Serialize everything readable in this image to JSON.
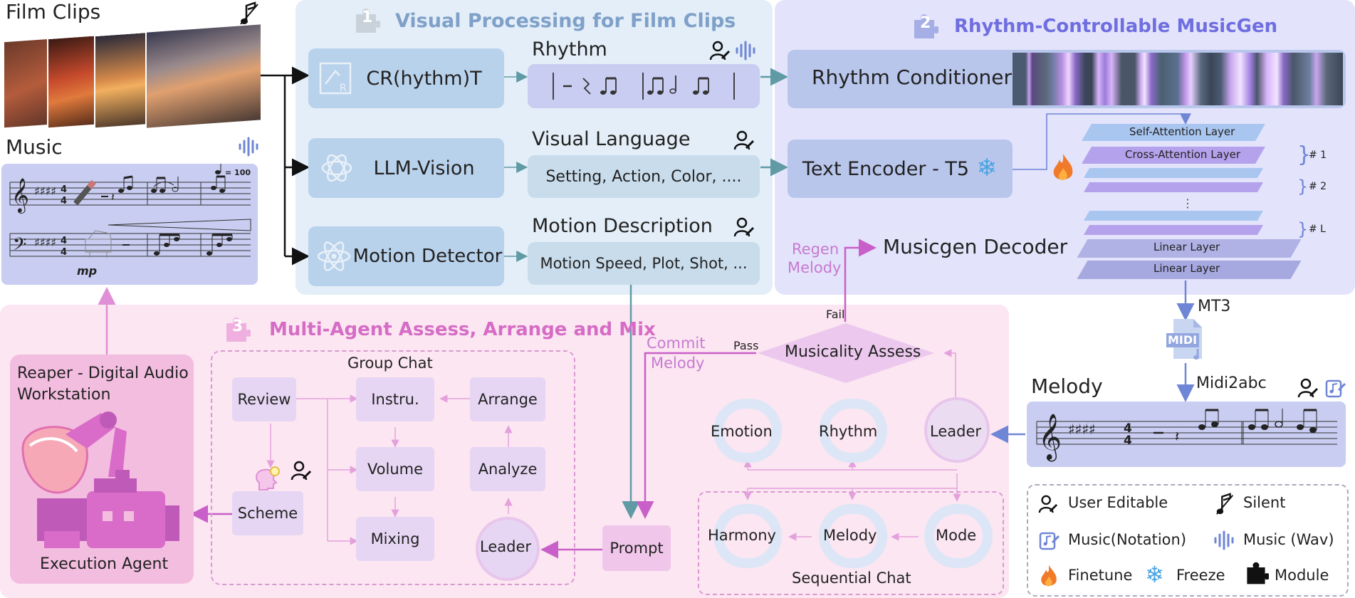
{
  "inputs": {
    "film_clips_title": "Film Clips",
    "music_title": "Music",
    "tempo_text": "= 100",
    "dynamic_mark": "mp"
  },
  "section1": {
    "number": "1",
    "title": "Visual Processing for Film Clips",
    "crt_label": "CR(hythm)T",
    "llm_label": "LLM-Vision",
    "motion_label": "Motion Detector",
    "rhythm_title": "Rhythm",
    "visual_language_title": "Visual Language",
    "visual_language_text": "Setting, Action, Color, ....",
    "motion_desc_title": "Motion Description",
    "motion_desc_text": "Motion Speed, Plot, Shot, ..."
  },
  "section2": {
    "number": "2",
    "title": "Rhythm-Controllable MusicGen",
    "rhythm_conditioner": "Rhythm Conditioner",
    "text_encoder": "Text Encoder - T5",
    "self_attention": "Self-Attention  Layer",
    "cross_attention": "Cross-Attention  Layer",
    "linear_layer_1": "Linear Layer",
    "linear_layer_2": "Linear Layer",
    "layer_tag_1": "# 1",
    "layer_tag_2": "# 2",
    "layer_tag_l": "# L",
    "dots": "⋮",
    "decoder": "Musicgen Decoder",
    "regen_line1": "Regen",
    "regen_line2": "Melody",
    "fail": "Fail",
    "mt3": "MT3",
    "midi_text": "MIDI",
    "midi2abc": "Midi2abc"
  },
  "melody": {
    "title": "Melody"
  },
  "section3": {
    "number": "3",
    "title": "Multi-Agent Assess, Arrange and Mix",
    "daw_line1": "Reaper - Digital Audio",
    "daw_line2": "Workstation",
    "execution_agent": "Execution Agent",
    "group_chat": "Group Chat",
    "review": "Review",
    "instru": "Instru.",
    "arrange": "Arrange",
    "volume": "Volume",
    "analyze": "Analyze",
    "mixing": "Mixing",
    "scheme": "Scheme",
    "leader_group": "Leader",
    "prompt": "Prompt",
    "commit_line1": "Commit",
    "commit_line2": "Melody",
    "pass": "Pass",
    "musicality_assess": "Musicality Assess",
    "emotion": "Emotion",
    "rhythm_agent": "Rhythm",
    "leader_seq": "Leader",
    "harmony": "Harmony",
    "melody_agent": "Melody",
    "mode": "Mode",
    "sequential_chat": "Sequential Chat"
  },
  "legend": {
    "user_editable": "User Editable",
    "silent": "Silent",
    "music_notation": "Music(Notation)",
    "music_wav": "Music (Wav)",
    "finetune": "Finetune",
    "freeze": "Freeze",
    "module": "Module"
  },
  "colors": {
    "section1_bg": "#e3eef8",
    "section2_bg": "#e3e3fb",
    "section3_bg": "#fbe6f1",
    "module_box": "#b9d2ec",
    "output_box": "#c8cdf1",
    "purple_arrow": "#c95fc8",
    "teal_arrow": "#5f9aa5",
    "blue_arrow": "#6f86d6",
    "section1_title": "#7fa0c8",
    "section2_title": "#6f6ee0",
    "section3_title": "#d66cc5"
  }
}
